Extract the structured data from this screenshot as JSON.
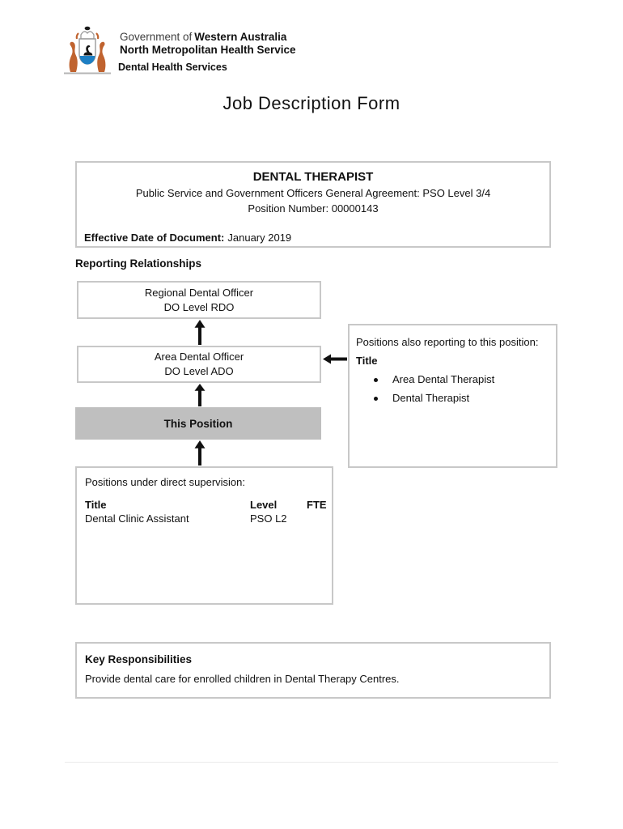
{
  "letterhead": {
    "government_of": "Government of",
    "state": "Western Australia",
    "health_service": "North Metropolitan Health Service",
    "division": "Dental Health Services"
  },
  "page_title": "Job Description Form",
  "position_header": {
    "title": "DENTAL THERAPIST",
    "agreement": "Public Service and Government Officers General Agreement: PSO Level 3/4",
    "position_number": "Position Number: 00000143",
    "effective_date_label": "Effective Date of Document:",
    "effective_date_value": "January 2019"
  },
  "reporting_relationships": {
    "heading": "Reporting Relationships",
    "regional_officer": {
      "line1": "Regional Dental Officer",
      "line2": "DO Level RDO"
    },
    "area_officer": {
      "line1": "Area Dental Officer",
      "line2": "DO Level ADO"
    },
    "this_position_label": "This Position",
    "also_reporting": {
      "heading": "Positions also reporting to this position:",
      "column_label": "Title",
      "items": [
        "Area Dental Therapist",
        "Dental Therapist"
      ]
    },
    "direct_supervision": {
      "heading": "Positions under direct supervision:",
      "columns": [
        "Title",
        "Level",
        "FTE"
      ],
      "rows": [
        {
          "title": "Dental Clinic Assistant",
          "level": "PSO L2",
          "fte": ""
        }
      ]
    }
  },
  "key_responsibilities": {
    "heading": "Key Responsibilities",
    "body": "Provide dental care for enrolled children in Dental Therapy Centres."
  },
  "colors": {
    "this_position_bg": "#bfbfbf",
    "box_border": "#c8c8c8",
    "crest_orange": "#c0632f",
    "crest_blue": "#1d7fc4"
  }
}
